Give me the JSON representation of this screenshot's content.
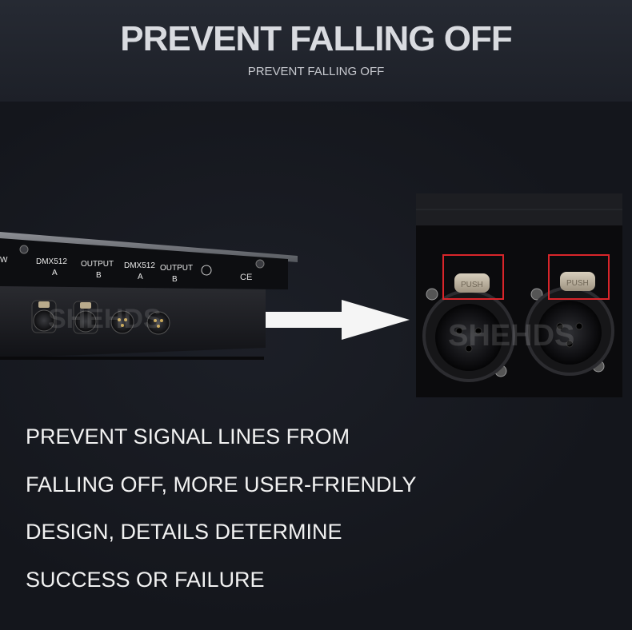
{
  "header": {
    "title": "PREVENT FALLING OFF",
    "subtitle": "PREVENT FALLING OFF"
  },
  "device": {
    "labels": [
      {
        "top": "DMX512",
        "bottom": "A"
      },
      {
        "top": "OUTPUT",
        "bottom": "B"
      },
      {
        "top": "DMX512",
        "bottom": "A"
      },
      {
        "top": "OUTPUT",
        "bottom": "B"
      }
    ],
    "partial_label": "W",
    "watermark": "SHEHDS"
  },
  "zoom": {
    "latch_text": "PUSH",
    "watermark": "SHEHDS",
    "highlight_color": "#d9252a"
  },
  "body_text": {
    "line1": "PREVENT SIGNAL LINES FROM",
    "line2": "FALLING OFF, MORE USER-FRIENDLY",
    "line3": "DESIGN, DETAILS DETERMINE",
    "line4": "SUCCESS OR FAILURE"
  }
}
